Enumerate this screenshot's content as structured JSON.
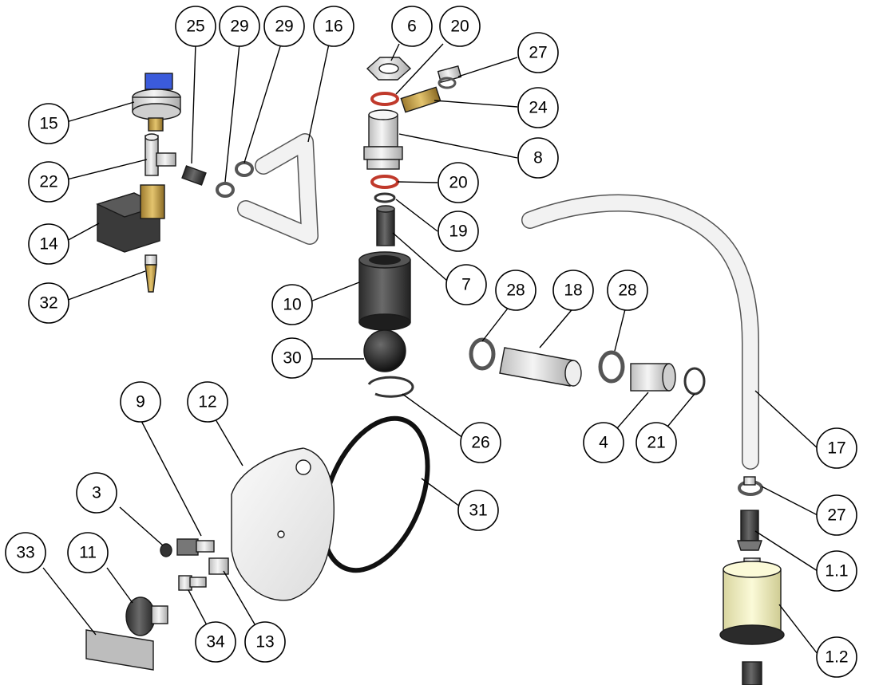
{
  "callouts": [
    {
      "id": "c-25",
      "label": "25"
    },
    {
      "id": "c-29a",
      "label": "29"
    },
    {
      "id": "c-29b",
      "label": "29"
    },
    {
      "id": "c-16",
      "label": "16"
    },
    {
      "id": "c-6",
      "label": "6"
    },
    {
      "id": "c-20a",
      "label": "20"
    },
    {
      "id": "c-27a",
      "label": "27"
    },
    {
      "id": "c-15",
      "label": "15"
    },
    {
      "id": "c-24",
      "label": "24"
    },
    {
      "id": "c-8",
      "label": "8"
    },
    {
      "id": "c-22",
      "label": "22"
    },
    {
      "id": "c-20b",
      "label": "20"
    },
    {
      "id": "c-19",
      "label": "19"
    },
    {
      "id": "c-14",
      "label": "14"
    },
    {
      "id": "c-7",
      "label": "7"
    },
    {
      "id": "c-32",
      "label": "32"
    },
    {
      "id": "c-10",
      "label": "10"
    },
    {
      "id": "c-28a",
      "label": "28"
    },
    {
      "id": "c-18",
      "label": "18"
    },
    {
      "id": "c-28b",
      "label": "28"
    },
    {
      "id": "c-30",
      "label": "30"
    },
    {
      "id": "c-9",
      "label": "9"
    },
    {
      "id": "c-12",
      "label": "12"
    },
    {
      "id": "c-26",
      "label": "26"
    },
    {
      "id": "c-4",
      "label": "4"
    },
    {
      "id": "c-21",
      "label": "21"
    },
    {
      "id": "c-17",
      "label": "17"
    },
    {
      "id": "c-3",
      "label": "3"
    },
    {
      "id": "c-31",
      "label": "31"
    },
    {
      "id": "c-27b",
      "label": "27"
    },
    {
      "id": "c-33",
      "label": "33"
    },
    {
      "id": "c-11",
      "label": "11"
    },
    {
      "id": "c-1-1",
      "label": "1.1"
    },
    {
      "id": "c-34",
      "label": "34"
    },
    {
      "id": "c-13",
      "label": "13"
    },
    {
      "id": "c-1-2",
      "label": "1.2"
    }
  ],
  "colors": {
    "ink": "#000000",
    "background": "#ffffff",
    "part_grey": "#d8d8d8",
    "part_dark": "#3a3a3a",
    "seal_red": "#c0392b",
    "brass": "#c8a24a",
    "filter_yellow": "#f1efc4",
    "connector_blue": "#3b5bdb"
  }
}
